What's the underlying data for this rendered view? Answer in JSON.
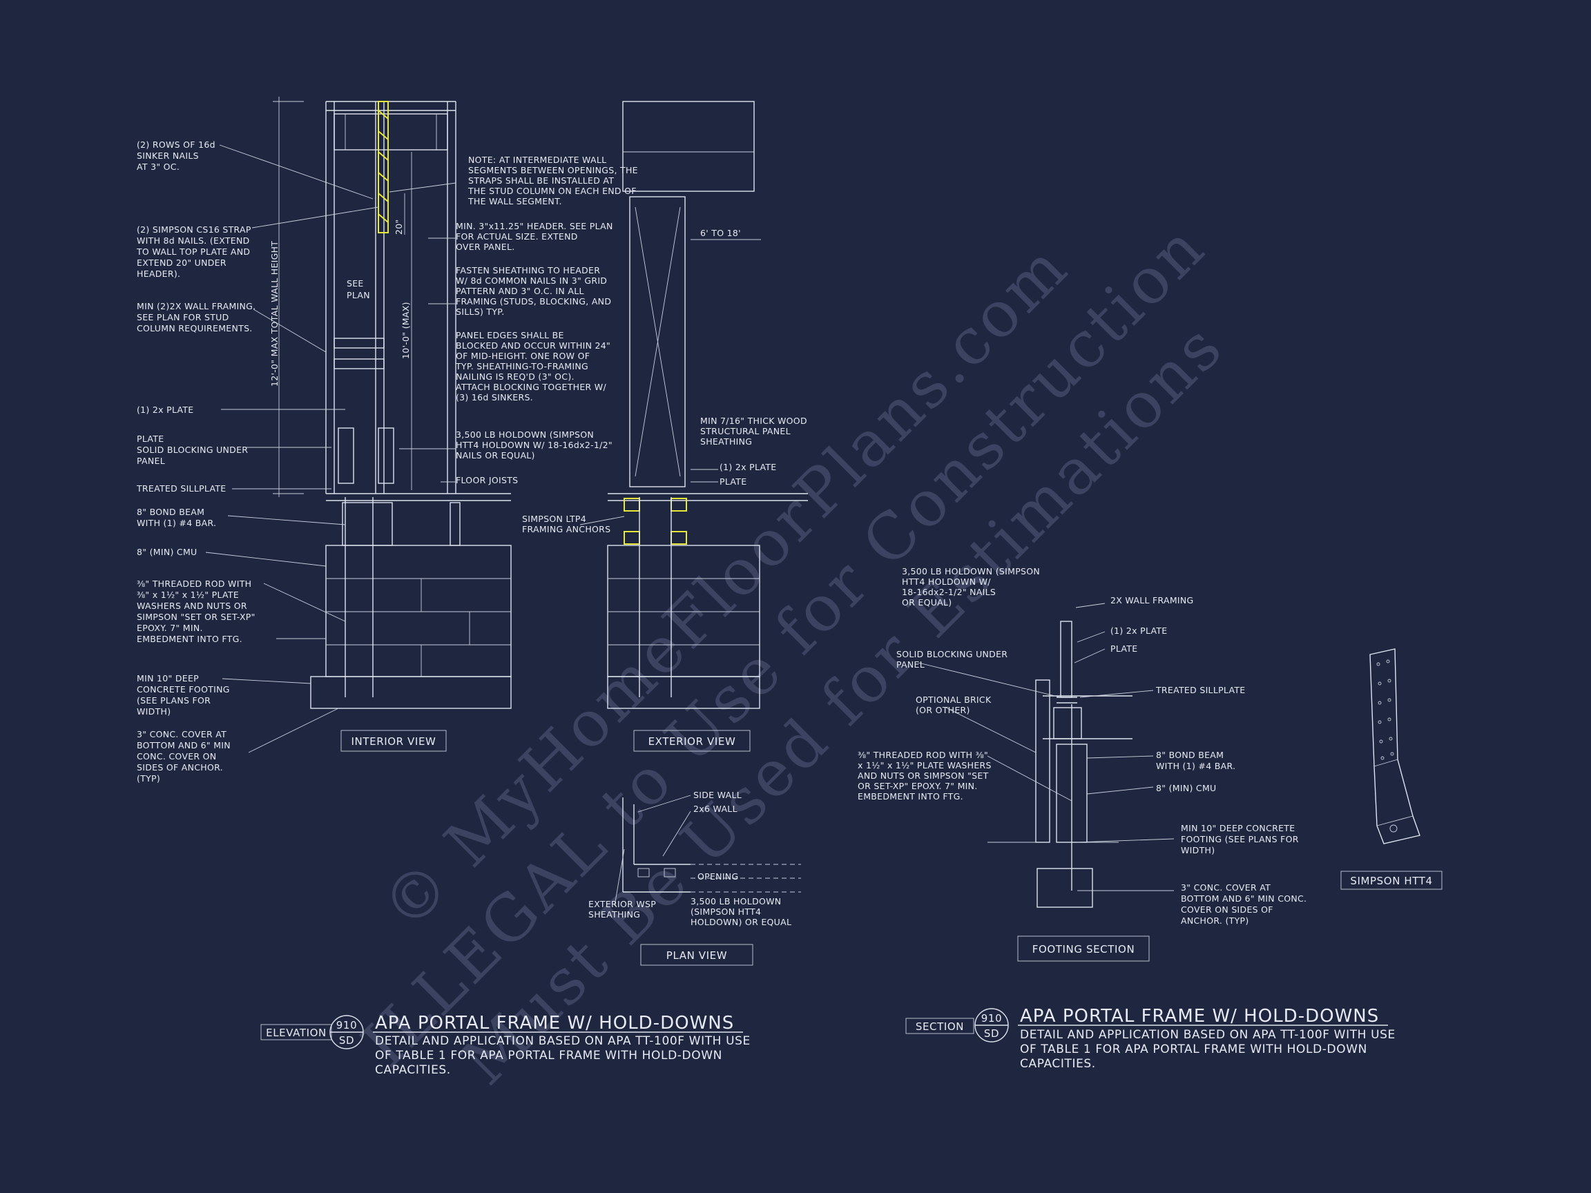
{
  "watermark": {
    "line1": "© MyHomeFloorPlans.com",
    "line2": "ILLEGAL to Use for Construction",
    "line3": "Must Be Used for Estimations"
  },
  "interior_view": {
    "box_label": "INTERIOR VIEW",
    "labels": [
      [
        "(2) ROWS OF 16d",
        "SINKER NAILS",
        "AT 3\" OC."
      ],
      [
        "(2) SIMPSON CS16 STRAP",
        "WITH 8d NAILS. (EXTEND",
        "TO WALL TOP PLATE AND",
        "EXTEND 20\" UNDER",
        "HEADER)."
      ],
      [
        "MIN (2)2X WALL FRAMING.",
        "SEE PLAN FOR STUD",
        "COLUMN REQUIREMENTS."
      ],
      [
        "(1) 2x PLATE"
      ],
      [
        "PLATE",
        "SOLID BLOCKING UNDER",
        "PANEL"
      ],
      [
        "TREATED SILLPLATE"
      ],
      [
        "8\" BOND BEAM",
        "WITH (1) #4 BAR."
      ],
      [
        "8\" (MIN) CMU"
      ],
      [
        "⅜\" THREADED ROD WITH",
        "⅜\" x 1½\" x 1½\" PLATE",
        "WASHERS AND NUTS OR",
        "SIMPSON \"SET OR SET-XP\"",
        "EPOXY.  7\" MIN.",
        "EMBEDMENT INTO FTG."
      ],
      [
        "MIN 10\" DEEP",
        "CONCRETE FOOTING",
        "(SEE PLANS FOR",
        "WIDTH)"
      ],
      [
        "3\" CONC. COVER AT",
        "BOTTOM AND 6\" MIN",
        "CONC. COVER ON",
        "SIDES OF ANCHOR.",
        "(TYP)"
      ]
    ],
    "notes": [
      [
        "NOTE: AT INTERMEDIATE WALL",
        "SEGMENTS BETWEEN OPENINGS, THE",
        "STRAPS SHALL BE INSTALLED AT",
        "THE STUD COLUMN ON EACH END OF",
        "THE WALL SEGMENT."
      ],
      [
        "MIN. 3\"x11.25\" HEADER. SEE PLAN",
        "FOR ACTUAL SIZE. EXTEND",
        "OVER PANEL."
      ],
      [
        "FASTEN SHEATHING TO HEADER",
        "W/ 8d COMMON NAILS IN 3\" GRID",
        "PATTERN AND 3\" O.C. IN ALL",
        "FRAMING (STUDS, BLOCKING, AND",
        "SILLS) TYP."
      ],
      [
        "PANEL EDGES SHALL BE",
        "BLOCKED AND OCCUR WITHIN 24\"",
        "OF MID-HEIGHT.  ONE ROW OF",
        "TYP. SHEATHING-TO-FRAMING",
        "NAILING IS REQ'D (3\" OC).",
        "ATTACH BLOCKING TOGETHER W/",
        "(3) 16d SINKERS."
      ],
      [
        "3,500 LB HOLDOWN (SIMPSON",
        "HTT4 HOLDOWN W/ 18-16dx2-1/2\"",
        "NAILS OR EQUAL)"
      ],
      [
        "FLOOR JOISTS"
      ]
    ],
    "dims": {
      "total_height": "12'-0\" MAX TOTAL WALL HEIGHT",
      "max_height": "10'-0\" (MAX)",
      "strap": "20\"",
      "see": "SEE",
      "plan": "PLAN"
    }
  },
  "exterior_view": {
    "box_label": "EXTERIOR VIEW",
    "labels": [
      [
        "6' TO 18'"
      ],
      [
        "MIN 7/16\" THICK WOOD",
        "STRUCTURAL PANEL",
        "SHEATHING"
      ],
      [
        "(1) 2x PLATE"
      ],
      [
        "PLATE"
      ],
      [
        "SIMPSON LTP4",
        "FRAMING ANCHORS"
      ]
    ]
  },
  "plan_view": {
    "box_label": "PLAN VIEW",
    "labels": [
      [
        "SIDE WALL"
      ],
      [
        "2x6 WALL"
      ],
      [
        "OPENING"
      ],
      [
        "EXTERIOR WSP",
        "SHEATHING"
      ],
      [
        "3,500 LB HOLDOWN",
        "(SIMPSON HTT4",
        "HOLDOWN) OR EQUAL"
      ]
    ]
  },
  "footing_section": {
    "box_label": "FOOTING SECTION",
    "labels": [
      [
        "3,500 LB HOLDOWN (SIMPSON",
        "HTT4 HOLDOWN W/",
        "18-16dx2-1/2\" NAILS",
        "OR EQUAL)"
      ],
      [
        "2X WALL FRAMING"
      ],
      [
        "(1) 2x PLATE"
      ],
      [
        "PLATE"
      ],
      [
        "SOLID BLOCKING UNDER",
        "PANEL"
      ],
      [
        "TREATED SILLPLATE"
      ],
      [
        "OPTIONAL BRICK",
        "(OR OTHER)"
      ],
      [
        "⅜\" THREADED ROD WITH ⅜\"",
        "x 1½\" x 1½\" PLATE WASHERS",
        "AND NUTS OR SIMPSON \"SET",
        "OR SET-XP\" EPOXY.  7\" MIN.",
        "EMBEDMENT INTO FTG."
      ],
      [
        "8\" BOND BEAM",
        "WITH (1) #4 BAR."
      ],
      [
        "8\" (MIN) CMU"
      ],
      [
        "MIN 10\" DEEP CONCRETE",
        "FOOTING (SEE PLANS FOR",
        "WIDTH)"
      ],
      [
        "3\" CONC. COVER AT",
        "BOTTOM AND 6\" MIN CONC.",
        "COVER ON SIDES OF",
        "ANCHOR. (TYP)"
      ]
    ]
  },
  "hardware": {
    "box_label": "SIMPSON HTT4"
  },
  "title_left": {
    "tag": "ELEVATION",
    "num": "910",
    "sheet": "SD",
    "title": "APA PORTAL FRAME W/ HOLD-DOWNS",
    "lines": [
      "DETAIL AND APPLICATION BASED ON APA TT-100F WITH USE",
      "OF TABLE 1 FOR APA PORTAL FRAME WITH HOLD-DOWN",
      "CAPACITIES."
    ]
  },
  "title_right": {
    "tag": "SECTION",
    "num": "910",
    "sheet": "SD",
    "title": "APA PORTAL FRAME W/ HOLD-DOWNS",
    "lines": [
      "DETAIL AND APPLICATION BASED ON APA TT-100F WITH USE",
      "OF TABLE 1 FOR APA PORTAL FRAME WITH HOLD-DOWN",
      "CAPACITIES."
    ]
  }
}
